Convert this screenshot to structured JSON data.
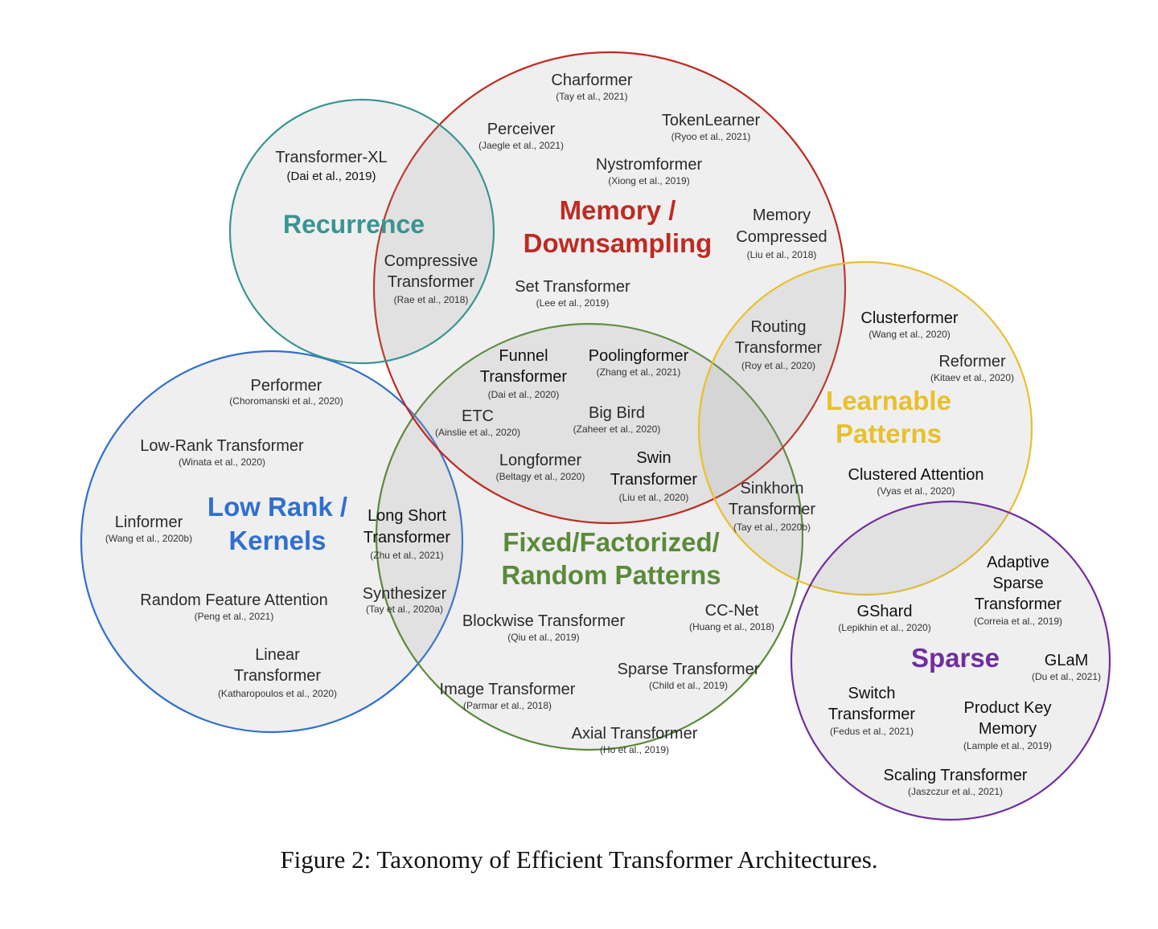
{
  "caption": "Figure 2: Taxonomy of Efficient Transformer Architectures.",
  "colors": {
    "recurrence": "#3a9491",
    "memory": "#bf2a22",
    "fixed": "#5a8a3a",
    "learnable": "#e8c02c",
    "lowrank": "#2f6fd0",
    "sparse": "#6f2e9e"
  },
  "categories": [
    {
      "id": "recurrence",
      "lines": [
        "Recurrence"
      ],
      "color": "#3a9491"
    },
    {
      "id": "memory",
      "lines": [
        "Memory /",
        "Downsampling"
      ],
      "color": "#bf2a22"
    },
    {
      "id": "fixed",
      "lines": [
        "Fixed/Factorized/",
        "Random Patterns"
      ],
      "color": "#5a8a3a"
    },
    {
      "id": "learnable",
      "lines": [
        "Learnable",
        "Patterns"
      ],
      "color": "#e8c02c"
    },
    {
      "id": "lowrank",
      "lines": [
        "Low Rank /",
        "Kernels"
      ],
      "color": "#2f6fd0"
    },
    {
      "id": "sparse",
      "lines": [
        "Sparse"
      ],
      "color": "#6f2e9e"
    }
  ],
  "models": [
    {
      "name": [
        "Transformer-XL"
      ],
      "cite": "(Dai et al., 2019)"
    },
    {
      "name": [
        "Compressive",
        "Transformer"
      ],
      "cite": "(Rae et al., 2018)"
    },
    {
      "name": [
        "Charformer"
      ],
      "cite": "(Tay et al., 2021)"
    },
    {
      "name": [
        "Perceiver"
      ],
      "cite": "(Jaegle et al., 2021)"
    },
    {
      "name": [
        "TokenLearner"
      ],
      "cite": "(Ryoo et al., 2021)"
    },
    {
      "name": [
        "Nystromformer"
      ],
      "cite": "(Xiong et al., 2019)"
    },
    {
      "name": [
        "Memory",
        "Compressed"
      ],
      "cite": "(Liu et al., 2018)"
    },
    {
      "name": [
        "Set Transformer"
      ],
      "cite": "(Lee et al., 2019)"
    },
    {
      "name": [
        "Routing",
        "Transformer"
      ],
      "cite": "(Roy et al., 2020)"
    },
    {
      "name": [
        "Clusterformer"
      ],
      "cite": "(Wang et al., 2020)"
    },
    {
      "name": [
        "Reformer"
      ],
      "cite": "(Kitaev et al., 2020)"
    },
    {
      "name": [
        "Clustered Attention"
      ],
      "cite": "(Vyas et al., 2020)"
    },
    {
      "name": [
        "Funnel",
        "Transformer"
      ],
      "cite": "(Dai et al., 2020)"
    },
    {
      "name": [
        "Poolingformer"
      ],
      "cite": "(Zhang et al., 2021)"
    },
    {
      "name": [
        "ETC"
      ],
      "cite": "(Ainslie et al., 2020)"
    },
    {
      "name": [
        "Big Bird"
      ],
      "cite": "(Zaheer et al., 2020)"
    },
    {
      "name": [
        "Longformer"
      ],
      "cite": "(Beltagy et al., 2020)"
    },
    {
      "name": [
        "Swin",
        "Transformer"
      ],
      "cite": "(Liu et al., 2020)"
    },
    {
      "name": [
        "Sinkhorn",
        "Transformer"
      ],
      "cite": "(Tay et al., 2020b)"
    },
    {
      "name": [
        "Performer"
      ],
      "cite": "(Choromanski et al., 2020)"
    },
    {
      "name": [
        "Low-Rank Transformer"
      ],
      "cite": "(Winata et al., 2020)"
    },
    {
      "name": [
        "Linformer"
      ],
      "cite": "(Wang et al., 2020b)"
    },
    {
      "name": [
        "Random Feature Attention"
      ],
      "cite": "(Peng et al., 2021)"
    },
    {
      "name": [
        "Linear",
        "Transformer"
      ],
      "cite": "(Katharopoulos et al., 2020)"
    },
    {
      "name": [
        "Long Short",
        "Transformer"
      ],
      "cite": "(Zhu et al., 2021)"
    },
    {
      "name": [
        "Synthesizer"
      ],
      "cite": "(Tay et al., 2020a)"
    },
    {
      "name": [
        "Blockwise Transformer"
      ],
      "cite": "(Qiu et al., 2019)"
    },
    {
      "name": [
        "CC-Net"
      ],
      "cite": "(Huang et al., 2018)"
    },
    {
      "name": [
        "Sparse Transformer"
      ],
      "cite": "(Child et al., 2019)"
    },
    {
      "name": [
        "Image Transformer"
      ],
      "cite": "(Parmar et al., 2018)"
    },
    {
      "name": [
        "Axial Transformer"
      ],
      "cite": "(Ho et al., 2019)"
    },
    {
      "name": [
        "GShard"
      ],
      "cite": "(Lepikhin et al., 2020)"
    },
    {
      "name": [
        "Adaptive",
        "Sparse",
        "Transformer"
      ],
      "cite": "(Correia et al., 2019)"
    },
    {
      "name": [
        "GLaM"
      ],
      "cite": "(Du et al., 2021)"
    },
    {
      "name": [
        "Switch",
        "Transformer"
      ],
      "cite": "(Fedus et al., 2021)"
    },
    {
      "name": [
        "Product Key",
        "Memory"
      ],
      "cite": "(Lample et al., 2019)"
    },
    {
      "name": [
        "Scaling Transformer"
      ],
      "cite": "(Jaszczur et al., 2021)"
    }
  ]
}
